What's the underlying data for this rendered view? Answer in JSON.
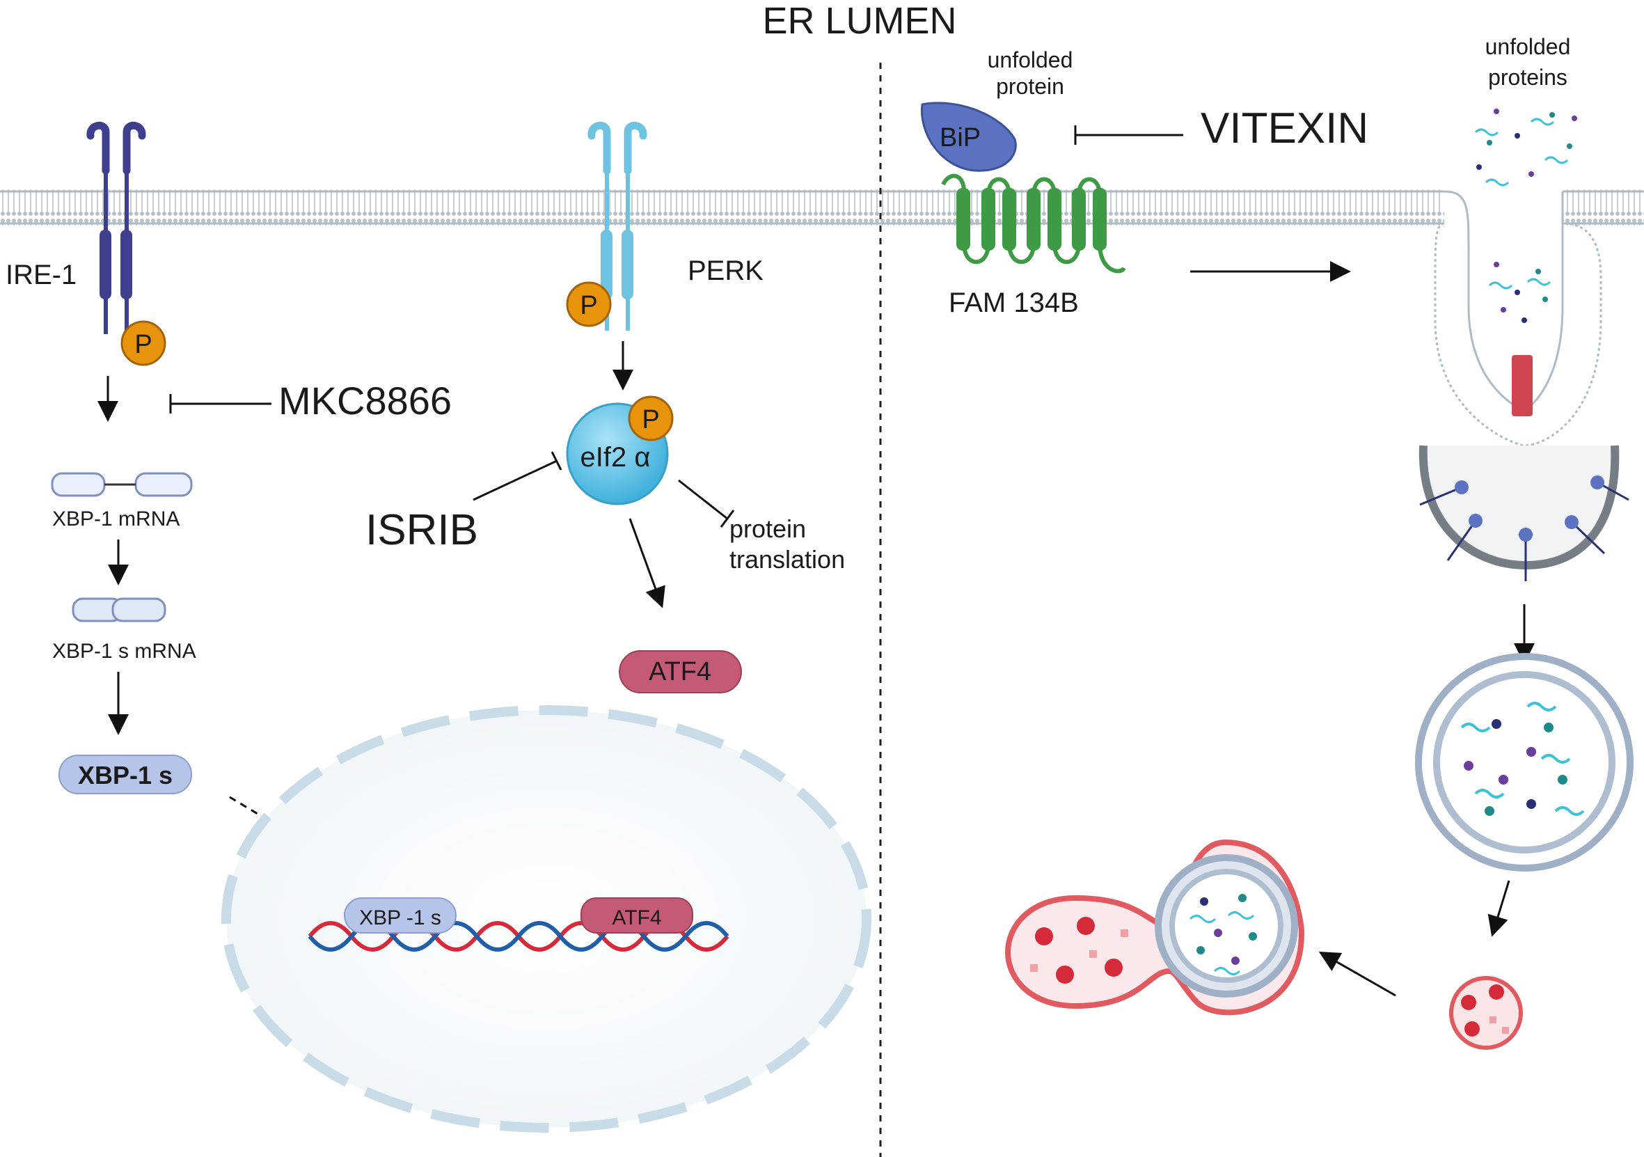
{
  "title": "ER LUMEN",
  "receptors": {
    "ire1": "IRE-1",
    "perk": "PERK",
    "fam134b": "FAM 134B",
    "bip": "BiP",
    "phospho": "P"
  },
  "labels": {
    "unfolded_protein_line1": "unfolded",
    "unfolded_protein_line2": "protein",
    "unfolded_proteins_line1": "unfolded",
    "unfolded_proteins_line2": "proteins",
    "xbp1_mrna": "XBP-1 mRNA",
    "xbp1s_mrna": "XBP-1 s  mRNA",
    "xbp1s": "XBP-1 s",
    "eif2a": "eIf2 α",
    "protein_translation_line1": "protein",
    "protein_translation_line2": "translation",
    "atf4": "ATF4",
    "dna_xbp1s": "XBP -1 s",
    "dna_atf4": "ATF4"
  },
  "inhibitors": {
    "mkc8866": "MKC8866",
    "isrib": "ISRIB",
    "vitexin": "VITEXIN"
  },
  "colors": {
    "ire1": "#3f3f8f",
    "perk": "#6ec3e0",
    "fam134b": "#3f9a45",
    "bip": "#5b73c0",
    "phospho": "#e8930c",
    "atf4": "#c45a75",
    "xbp1s": "#b7c4ea",
    "eif2a": "#5bbfe6",
    "membrane": "#b9c3cc",
    "nucleus": "#c9dbe6",
    "dna_red": "#d42a3a",
    "dna_blue": "#1f5fa8",
    "lysosome": "#e05a60",
    "autophagosome": "#9fb0c6"
  }
}
